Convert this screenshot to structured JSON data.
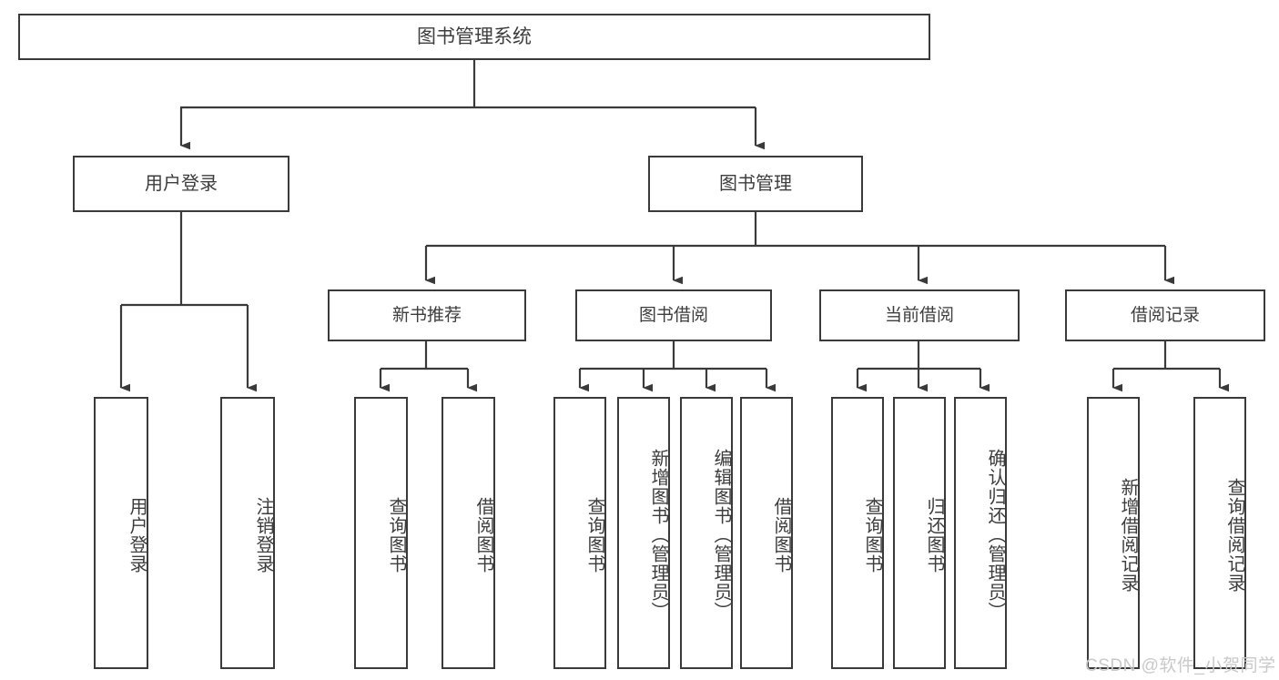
{
  "title": "图书管理系统",
  "watermark": "CSDN @软件_小贺同学",
  "colors": {
    "stroke": "#3a3a3a",
    "text": "#3d3d3d",
    "background": "#ffffff",
    "watermark": "#c9c9c9"
  },
  "chart_data": {
    "type": "diagram",
    "diagram_kind": "tree",
    "title": "图书管理系统",
    "orientation": "top-down",
    "levels": 4,
    "root": {
      "label": "图书管理系统",
      "children": [
        {
          "label": "用户登录",
          "children": [
            {
              "label": "用户登录"
            },
            {
              "label": "注销登录"
            }
          ]
        },
        {
          "label": "图书管理",
          "children": [
            {
              "label": "新书推荐",
              "children": [
                {
                  "label": "查询图书"
                },
                {
                  "label": "借阅图书"
                }
              ]
            },
            {
              "label": "图书借阅",
              "children": [
                {
                  "label": "查询图书"
                },
                {
                  "label": "新增图书（管理员）"
                },
                {
                  "label": "编辑图书（管理员）"
                },
                {
                  "label": "借阅图书"
                }
              ]
            },
            {
              "label": "当前借阅",
              "children": [
                {
                  "label": "查询图书"
                },
                {
                  "label": "归还图书"
                },
                {
                  "label": "确认归还（管理员）"
                }
              ]
            },
            {
              "label": "借阅记录",
              "children": [
                {
                  "label": "新增借阅记录"
                },
                {
                  "label": "查询借阅记录"
                }
              ]
            }
          ]
        }
      ]
    }
  },
  "nodes": {
    "root": {
      "label": "图书管理系统"
    },
    "level1": {
      "user_login": {
        "label": "用户登录"
      },
      "book_manage": {
        "label": "图书管理"
      }
    },
    "level2": {
      "new_book_rec": {
        "label": "新书推荐"
      },
      "book_borrow": {
        "label": "图书借阅"
      },
      "current_borrow": {
        "label": "当前借阅"
      },
      "borrow_record": {
        "label": "借阅记录"
      }
    },
    "leaves": {
      "user_login_1": {
        "label": "用户登录"
      },
      "user_login_2": {
        "label": "注销登录"
      },
      "new_book_rec_1": {
        "label": "查询图书"
      },
      "new_book_rec_2": {
        "label": "借阅图书"
      },
      "book_borrow_1": {
        "label": "查询图书"
      },
      "book_borrow_2": {
        "label": "新增图书（管理员）"
      },
      "book_borrow_3": {
        "label": "编辑图书（管理员）"
      },
      "book_borrow_4": {
        "label": "借阅图书"
      },
      "current_borrow_1": {
        "label": "查询图书"
      },
      "current_borrow_2": {
        "label": "归还图书"
      },
      "current_borrow_3": {
        "label": "确认归还（管理员）"
      },
      "borrow_record_1": {
        "label": "新增借阅记录"
      },
      "borrow_record_2": {
        "label": "查询借阅记录"
      }
    }
  }
}
